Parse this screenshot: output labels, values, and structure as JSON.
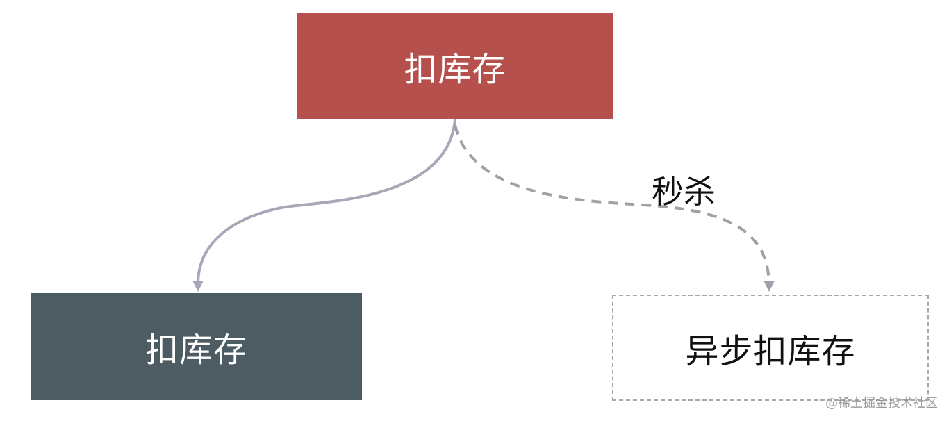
{
  "diagram": {
    "top_node": {
      "label": "扣库存"
    },
    "left_node": {
      "label": "扣库存"
    },
    "right_node": {
      "label": "异步扣库存"
    },
    "dashed_edge_label": "秒杀"
  },
  "watermark": "@稀土掘金技术社区",
  "colors": {
    "top_node_fill": "#b5504c",
    "left_node_fill": "#4d5c63",
    "edge_solid": "#a9a6b8",
    "edge_dashed": "#a0a0a8",
    "dashed_box_border": "#a8a8a8"
  }
}
